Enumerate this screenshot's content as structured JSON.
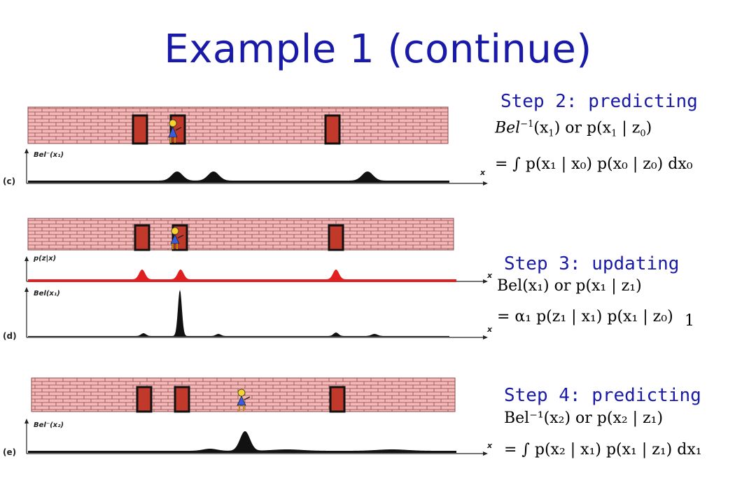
{
  "title": "Example 1 (continue)",
  "colors": {
    "title": "#1a1aa8",
    "brick": "#f4b8b8",
    "mortar": "#8c4a4a",
    "door": "#c0392b",
    "belief": "#111111",
    "measurement": "#e02020"
  },
  "panels": [
    {
      "letter": "(c)",
      "ylabel": "Bel⁻(x₁)",
      "xlabel": "x",
      "icons": [
        "wall-icon",
        "door-icon",
        "robot-icon"
      ]
    },
    {
      "letter": "",
      "ylabel": "p(z|x)",
      "xlabel": "x",
      "icons": [
        "wall-icon",
        "door-icon",
        "robot-icon"
      ]
    },
    {
      "letter": "(d)",
      "ylabel": "Bel(x₁)",
      "xlabel": "x"
    },
    {
      "letter": "(e)",
      "ylabel": "Bel⁻(x₂)",
      "xlabel": "x",
      "icons": [
        "wall-icon",
        "door-icon",
        "robot-icon"
      ]
    }
  ],
  "steps": [
    {
      "heading": "Step 2: predicting",
      "line1": {
        "pre": "Bel",
        "sup": "−1",
        "arg": "(x",
        "sub": "1",
        "mid": ") or p(x",
        "sub2": "1",
        "bar": " | z",
        "sub3": "0",
        "end": ")"
      },
      "line2": "= ∫ p(x₁ | x₀) p(x₀ | z₀) dx₀"
    },
    {
      "heading": "Step 3: updating",
      "line1": "Bel(x₁) or p(x₁ | z₁)",
      "line2": "= α₁ p(z₁ | x₁) p(x₁ | z₀)",
      "stray": "1"
    },
    {
      "heading": "Step 4: predicting",
      "line1": "Bel⁻¹(x₂) or p(x₂ | z₁)",
      "line2": "= ∫ p(x₂ | x₁) p(x₁ | z₁) dx₁"
    }
  ]
}
